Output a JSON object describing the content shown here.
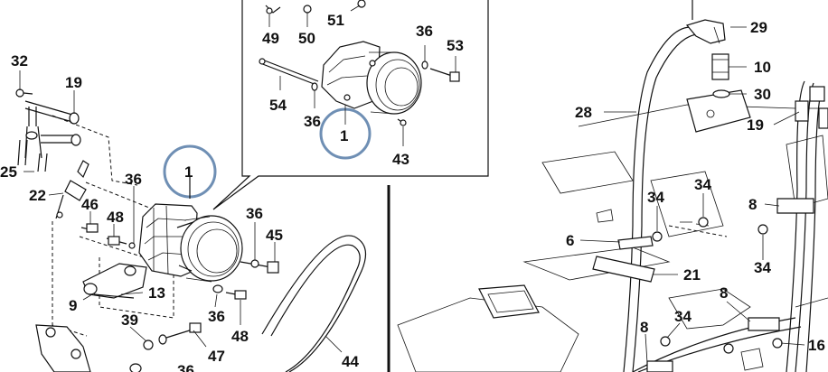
{
  "diagram": {
    "callouts": {
      "c32": "32",
      "c19": "19",
      "c25": "25",
      "c22": "22",
      "c46": "46",
      "c36a": "36",
      "c48a": "48",
      "c1a": "1",
      "c36b": "36",
      "c45": "45",
      "c9": "9",
      "c13": "13",
      "c39": "39",
      "c36c": "36",
      "c47": "47",
      "c36d": "36",
      "c48b": "48",
      "c44": "44",
      "c49": "49",
      "c50": "50",
      "c51": "51",
      "c36e": "36",
      "c53": "53",
      "c54": "54",
      "c36f": "36",
      "c1b": "1",
      "c43": "43",
      "c29": "29",
      "c10": "10",
      "c30": "30",
      "c28": "28",
      "c19b": "19",
      "c34a": "34",
      "c34b": "34",
      "c8a": "8",
      "c6": "6",
      "c21": "21",
      "c34c": "34",
      "c8b": "8",
      "c8c": "8",
      "c34d": "34",
      "c16": "16"
    }
  }
}
